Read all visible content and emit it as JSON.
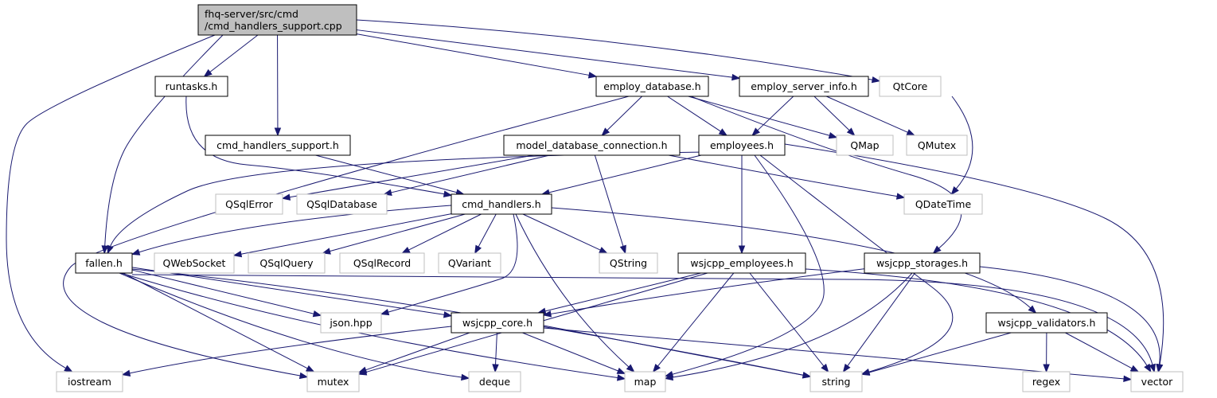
{
  "colors": {
    "edge": "#191970",
    "root_fill": "#bfbfbf",
    "local_border": "#000000",
    "external_border": "#bfbfbf"
  },
  "nodes": {
    "root": {
      "lines": [
        "fhq-server/src/cmd",
        "/cmd_handlers_support.cpp"
      ],
      "kind": "root"
    },
    "runtasks": {
      "lines": [
        "runtasks.h"
      ],
      "kind": "local"
    },
    "cmd_handlers_support_h": {
      "lines": [
        "cmd_handlers_support.h"
      ],
      "kind": "local"
    },
    "employ_database": {
      "lines": [
        "employ_database.h"
      ],
      "kind": "local"
    },
    "employ_server_info": {
      "lines": [
        "employ_server_info.h"
      ],
      "kind": "local"
    },
    "qtcore": {
      "lines": [
        "QtCore"
      ],
      "kind": "external"
    },
    "model_database_connection": {
      "lines": [
        "model_database_connection.h"
      ],
      "kind": "local"
    },
    "employees": {
      "lines": [
        "employees.h"
      ],
      "kind": "local"
    },
    "qmap": {
      "lines": [
        "QMap"
      ],
      "kind": "external"
    },
    "qmutex": {
      "lines": [
        "QMutex"
      ],
      "kind": "external"
    },
    "qsqlerror": {
      "lines": [
        "QSqlError"
      ],
      "kind": "external"
    },
    "qsqldatabase": {
      "lines": [
        "QSqlDatabase"
      ],
      "kind": "external"
    },
    "cmd_handlers": {
      "lines": [
        "cmd_handlers.h"
      ],
      "kind": "local"
    },
    "qdatetime": {
      "lines": [
        "QDateTime"
      ],
      "kind": "external"
    },
    "fallen": {
      "lines": [
        "fallen.h"
      ],
      "kind": "local"
    },
    "qwebsocket": {
      "lines": [
        "QWebSocket"
      ],
      "kind": "external"
    },
    "qsqlquery": {
      "lines": [
        "QSqlQuery"
      ],
      "kind": "external"
    },
    "qsqlrecord": {
      "lines": [
        "QSqlRecord"
      ],
      "kind": "external"
    },
    "qvariant": {
      "lines": [
        "QVariant"
      ],
      "kind": "external"
    },
    "qstring": {
      "lines": [
        "QString"
      ],
      "kind": "external"
    },
    "wsjcpp_employees": {
      "lines": [
        "wsjcpp_employees.h"
      ],
      "kind": "local"
    },
    "wsjcpp_storages": {
      "lines": [
        "wsjcpp_storages.h"
      ],
      "kind": "local"
    },
    "json": {
      "lines": [
        "json.hpp"
      ],
      "kind": "external"
    },
    "wsjcpp_core": {
      "lines": [
        "wsjcpp_core.h"
      ],
      "kind": "local"
    },
    "wsjcpp_validators": {
      "lines": [
        "wsjcpp_validators.h"
      ],
      "kind": "local"
    },
    "iostream": {
      "lines": [
        "iostream"
      ],
      "kind": "external"
    },
    "mutex": {
      "lines": [
        "mutex"
      ],
      "kind": "external"
    },
    "deque": {
      "lines": [
        "deque"
      ],
      "kind": "external"
    },
    "map": {
      "lines": [
        "map"
      ],
      "kind": "external"
    },
    "string": {
      "lines": [
        "string"
      ],
      "kind": "external"
    },
    "regex": {
      "lines": [
        "regex"
      ],
      "kind": "external"
    },
    "vector": {
      "lines": [
        "vector"
      ],
      "kind": "external"
    }
  },
  "edges": [
    [
      "root",
      "iostream"
    ],
    [
      "root",
      "fallen"
    ],
    [
      "root",
      "runtasks"
    ],
    [
      "root",
      "cmd_handlers_support_h"
    ],
    [
      "root",
      "employ_database"
    ],
    [
      "root",
      "employ_server_info"
    ],
    [
      "root",
      "qtcore"
    ],
    [
      "runtasks",
      "cmd_handlers"
    ],
    [
      "cmd_handlers_support_h",
      "cmd_handlers"
    ],
    [
      "employ_database",
      "mutex"
    ],
    [
      "employ_database",
      "model_database_connection"
    ],
    [
      "employ_database",
      "employees"
    ],
    [
      "employ_database",
      "qmap"
    ],
    [
      "employ_database",
      "wsjcpp_storages"
    ],
    [
      "employ_server_info",
      "employees"
    ],
    [
      "employ_server_info",
      "qmap"
    ],
    [
      "employ_server_info",
      "qmutex"
    ],
    [
      "employ_server_info",
      "qdatetime"
    ],
    [
      "model_database_connection",
      "qsqlerror"
    ],
    [
      "model_database_connection",
      "qsqldatabase"
    ],
    [
      "model_database_connection",
      "qstring"
    ],
    [
      "model_database_connection",
      "qdatetime"
    ],
    [
      "employees",
      "cmd_handlers"
    ],
    [
      "employees",
      "fallen"
    ],
    [
      "employees",
      "wsjcpp_employees"
    ],
    [
      "employees",
      "map"
    ],
    [
      "employees",
      "string"
    ],
    [
      "employees",
      "vector"
    ],
    [
      "cmd_handlers",
      "fallen"
    ],
    [
      "cmd_handlers",
      "qwebsocket"
    ],
    [
      "cmd_handlers",
      "qsqlquery"
    ],
    [
      "cmd_handlers",
      "qsqlrecord"
    ],
    [
      "cmd_handlers",
      "qvariant"
    ],
    [
      "cmd_handlers",
      "qstring"
    ],
    [
      "cmd_handlers",
      "json"
    ],
    [
      "cmd_handlers",
      "map"
    ],
    [
      "cmd_handlers",
      "wsjcpp_validators"
    ],
    [
      "fallen",
      "json"
    ],
    [
      "fallen",
      "wsjcpp_core"
    ],
    [
      "fallen",
      "mutex"
    ],
    [
      "fallen",
      "deque"
    ],
    [
      "fallen",
      "map"
    ],
    [
      "fallen",
      "string"
    ],
    [
      "fallen",
      "vector"
    ],
    [
      "wsjcpp_employees",
      "wsjcpp_core"
    ],
    [
      "wsjcpp_employees",
      "mutex"
    ],
    [
      "wsjcpp_employees",
      "map"
    ],
    [
      "wsjcpp_employees",
      "string"
    ],
    [
      "wsjcpp_employees",
      "vector"
    ],
    [
      "wsjcpp_storages",
      "wsjcpp_core"
    ],
    [
      "wsjcpp_storages",
      "map"
    ],
    [
      "wsjcpp_storages",
      "string"
    ],
    [
      "wsjcpp_storages",
      "vector"
    ],
    [
      "wsjcpp_core",
      "iostream"
    ],
    [
      "wsjcpp_core",
      "mutex"
    ],
    [
      "wsjcpp_core",
      "deque"
    ],
    [
      "wsjcpp_core",
      "map"
    ],
    [
      "wsjcpp_core",
      "string"
    ],
    [
      "wsjcpp_core",
      "vector"
    ],
    [
      "wsjcpp_validators",
      "string"
    ],
    [
      "wsjcpp_validators",
      "regex"
    ],
    [
      "wsjcpp_validators",
      "vector"
    ]
  ]
}
